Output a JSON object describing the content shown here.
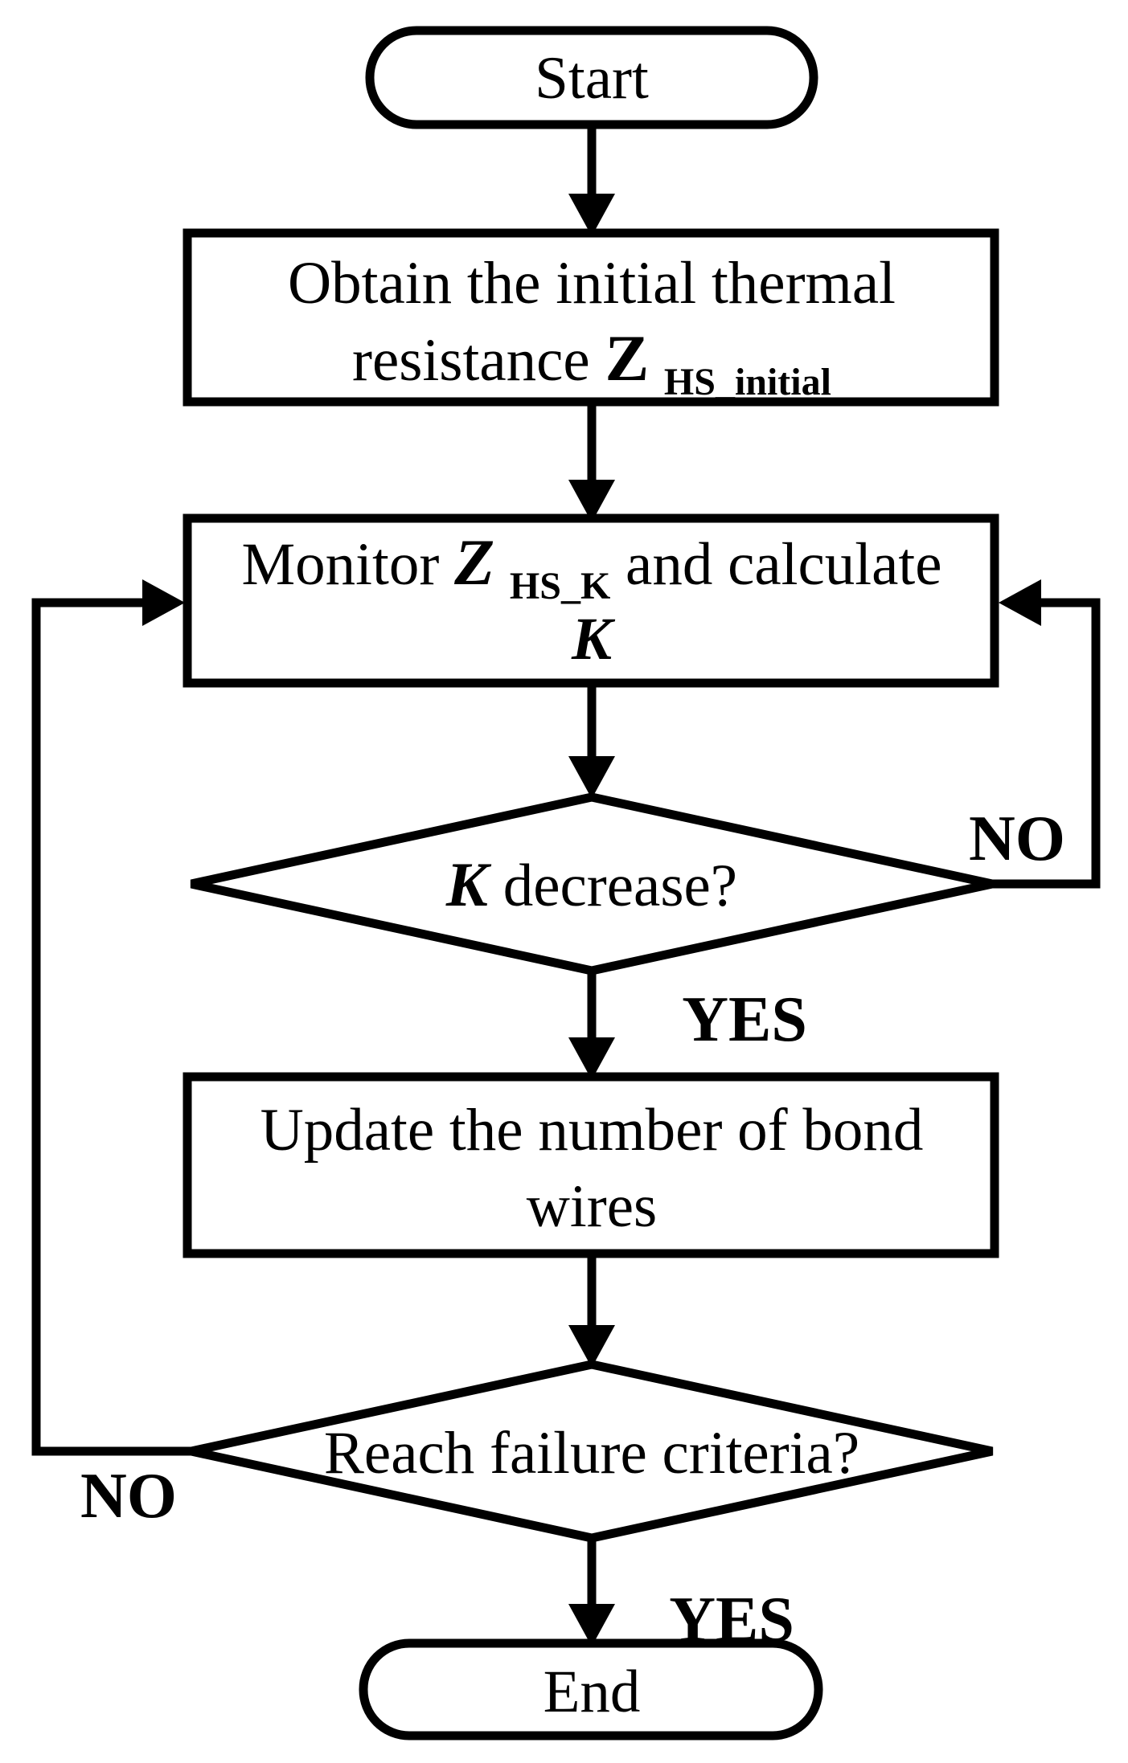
{
  "flowchart": {
    "start": {
      "label": "Start"
    },
    "obtain_box": {
      "line1": "Obtain the initial thermal",
      "line2_text": "resistance ",
      "line2_symbol": "Z",
      "line2_subscript": "HS_initial"
    },
    "monitor_box": {
      "line1_text": "Monitor ",
      "line1_symbol": "Z",
      "line1_subscript": "HS_K",
      "line1_rest": " and calculate",
      "line2_symbol": "K"
    },
    "k_decision": {
      "symbol": "K",
      "question": " decrease?"
    },
    "update_box": {
      "line1": "Update the number of bond",
      "line2": "wires"
    },
    "failure_decision": {
      "question": "Reach failure criteria?"
    },
    "end": {
      "label": "End"
    },
    "edge_labels": {
      "k_no": "NO",
      "k_yes": "YES",
      "failure_no": "NO",
      "failure_yes": "YES"
    }
  },
  "colors": {
    "ink": "#000000",
    "background": "#ffffff"
  }
}
